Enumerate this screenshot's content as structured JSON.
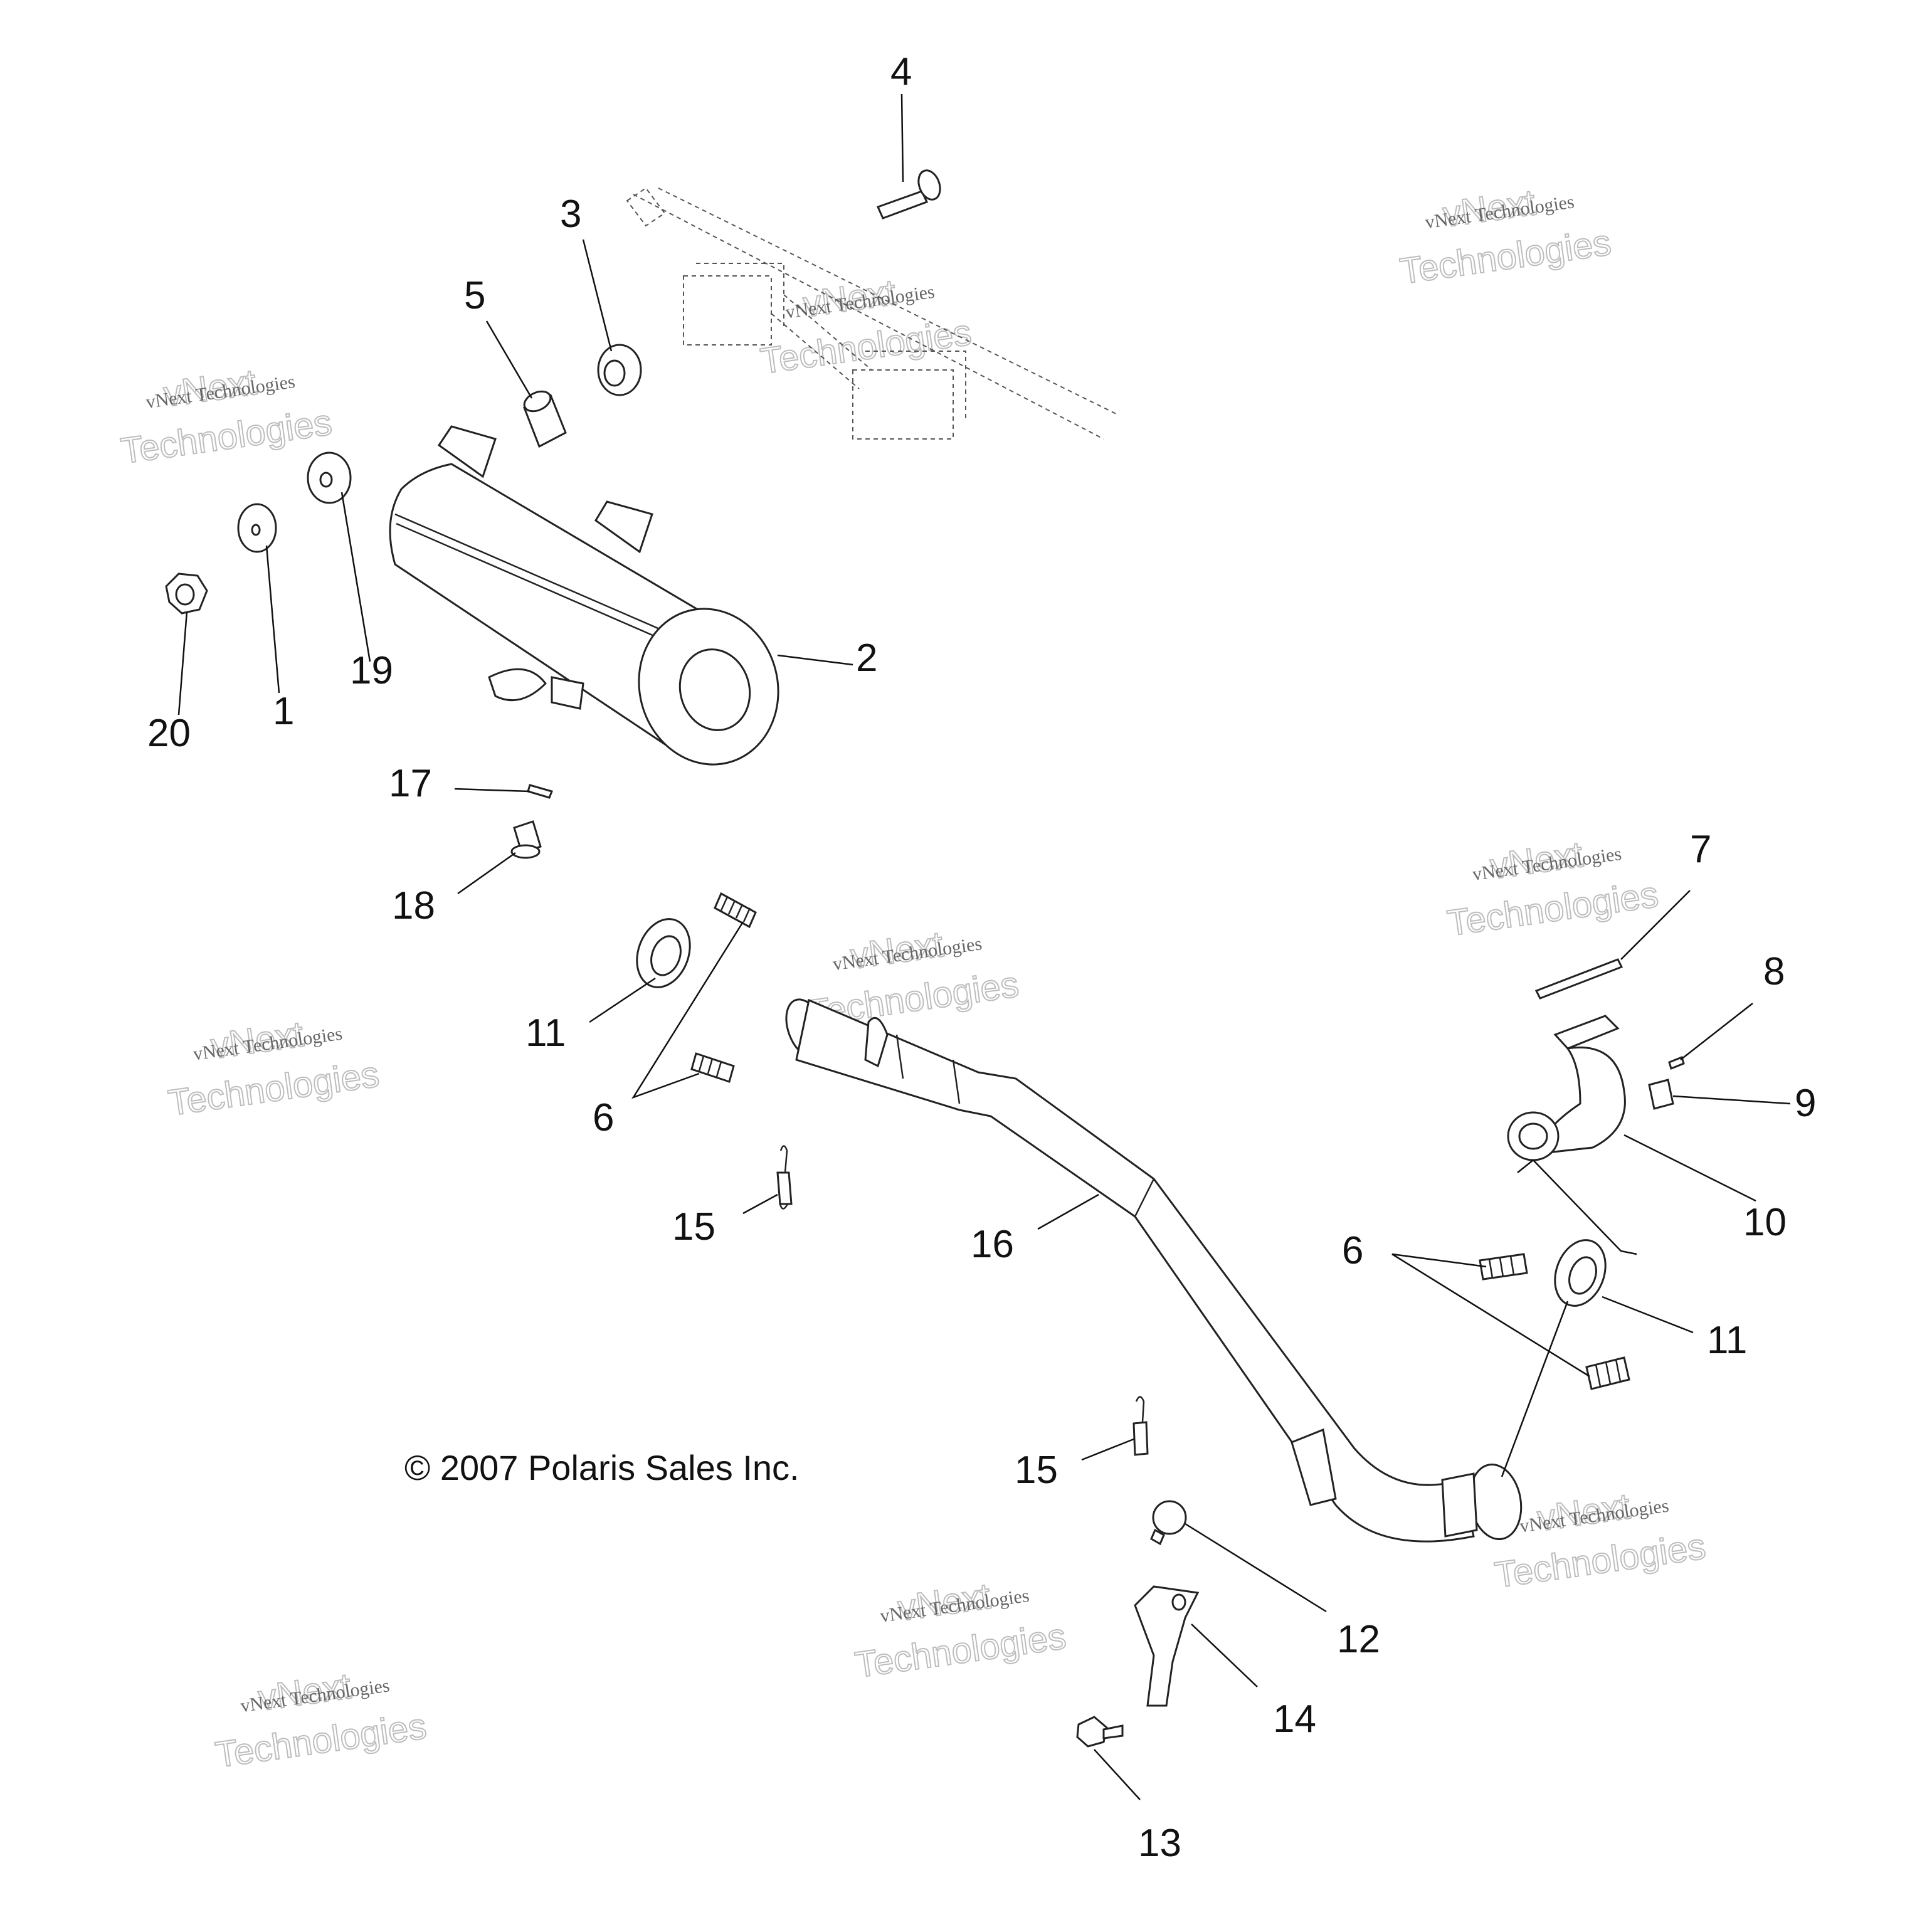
{
  "callouts": {
    "c1": "1",
    "c2": "2",
    "c3": "3",
    "c4": "4",
    "c5": "5",
    "c6a": "6",
    "c6b": "6",
    "c7": "7",
    "c8": "8",
    "c9": "9",
    "c10": "10",
    "c11a": "11",
    "c11b": "11",
    "c12": "12",
    "c13": "13",
    "c14": "14",
    "c15a": "15",
    "c15b": "15",
    "c16": "16",
    "c17": "17",
    "c18": "18",
    "c19": "19",
    "c20": "20"
  },
  "copyright": "© 2007 Polaris Sales Inc.",
  "watermark": {
    "line_small": "vNext Technologies",
    "line_big_1": "vNext",
    "line_big_2": "Technologies"
  }
}
